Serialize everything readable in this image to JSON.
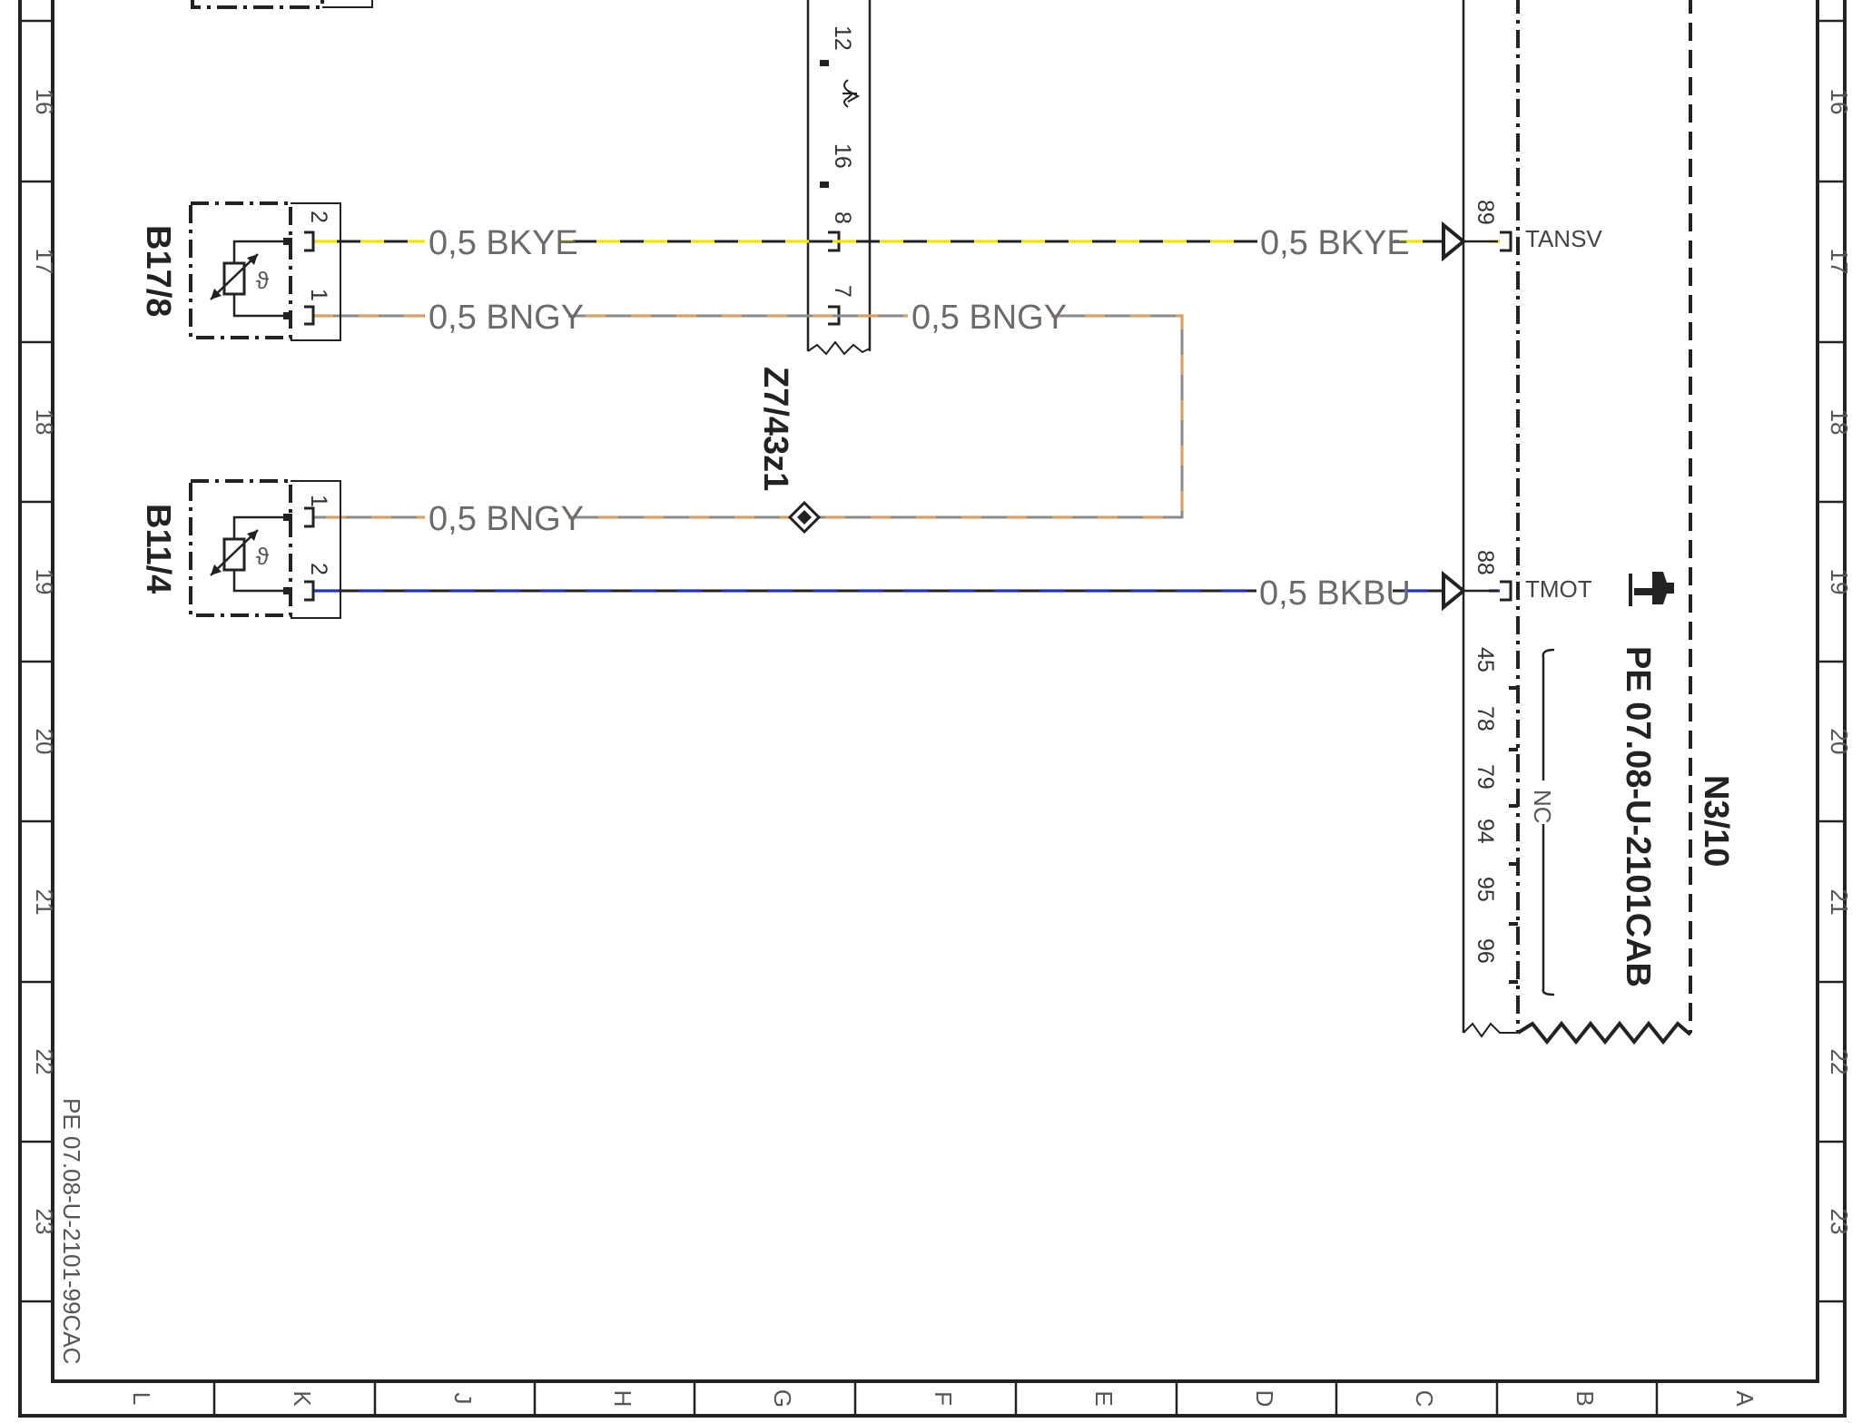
{
  "grid": {
    "rows": [
      "16",
      "17",
      "18",
      "19",
      "20",
      "21",
      "22",
      "23"
    ],
    "columns": [
      "L",
      "K",
      "J",
      "H",
      "G",
      "F",
      "E",
      "D",
      "C",
      "B",
      "A"
    ]
  },
  "doc_ref": "PE 07.08-U-2101-99CAC",
  "components": {
    "b17_8": {
      "label": "B17/8",
      "pin_top": "2",
      "pin_bottom": "1"
    },
    "b11_4": {
      "label": "B11/4",
      "pin_top": "1",
      "pin_bottom": "2"
    },
    "z7_43z1": {
      "label": "Z7/43z1"
    },
    "connector": {
      "pins": [
        "12",
        "16",
        "8",
        "7"
      ]
    },
    "n3_10": {
      "label": "N3/10",
      "ref": "PE 07.08-U-2101CAB",
      "pins": [
        {
          "num": "89",
          "signal": "TANSV"
        },
        {
          "num": "88",
          "signal": "TMOT"
        }
      ],
      "nc_pins": [
        "45",
        "78",
        "79",
        "94",
        "95",
        "96"
      ],
      "nc_label": "NC"
    }
  },
  "wires": {
    "w1a": "0,5 BKYE",
    "w1b": "0,5 BKYE",
    "w2a": "0,5 BNGY",
    "w2b": "0,5 BNGY",
    "w3": "0,5 BNGY",
    "w4": "0,5 BKBU"
  },
  "colors": {
    "bkye_base": "#222222",
    "bkye_stripe": "#f2e600",
    "bngy_base": "#8a8a8a",
    "bngy_stripe": "#d9a064",
    "bkbu_base": "#222222",
    "bkbu_stripe": "#2030c8"
  }
}
